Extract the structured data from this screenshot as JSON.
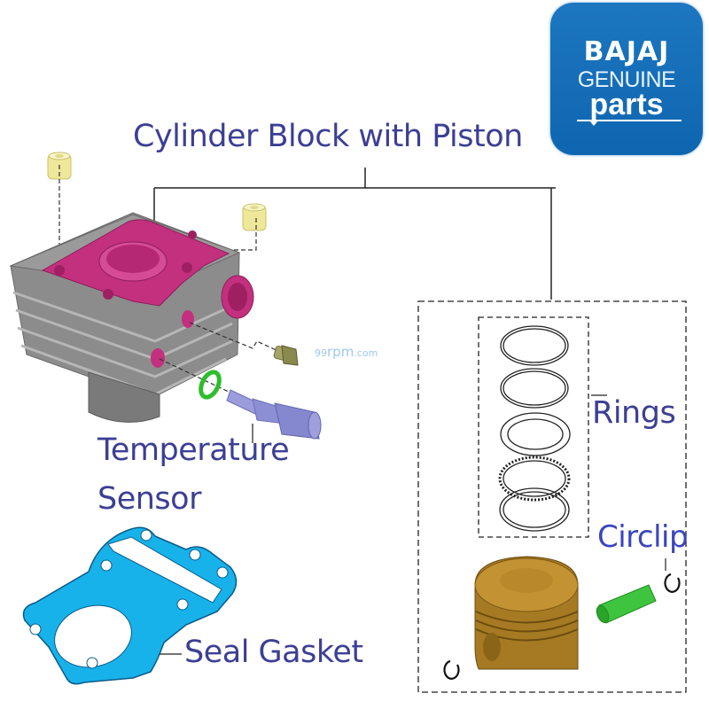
{
  "logo": {
    "brand": "BAJAJ",
    "line2": "GENUINE",
    "line3": "parts",
    "background_color": "#1a70bb"
  },
  "diagram": {
    "title": "Cylinder Block with Piston",
    "watermark": {
      "prefix": "99",
      "main": "rpm",
      "suffix": ".com"
    },
    "labels": {
      "temperature_sensor_line1": "Temperature",
      "temperature_sensor_line2": "Sensor",
      "rings": "Rings",
      "circlip": "Circlip",
      "seal_gasket": "Seal Gasket"
    },
    "parts": [
      {
        "name": "Cylinder Block",
        "color": "#8a8a8a",
        "accent": "#c2307e"
      },
      {
        "name": "Dowel Pin",
        "count": 2,
        "color": "#efe79a"
      },
      {
        "name": "Plug Bolt",
        "color": "#8b8a4e"
      },
      {
        "name": "O-Ring",
        "color": "#2dbd2d"
      },
      {
        "name": "Temperature Sensor",
        "color": "#8d8fd4"
      },
      {
        "name": "Seal Gasket",
        "color": "#17b2ea"
      },
      {
        "name": "Piston Rings",
        "count": 5
      },
      {
        "name": "Piston",
        "color": "#b5862a"
      },
      {
        "name": "Piston Pin",
        "color": "#3fc43f"
      },
      {
        "name": "Circlip",
        "count": 2
      }
    ],
    "text_color": "#3c3f94"
  }
}
